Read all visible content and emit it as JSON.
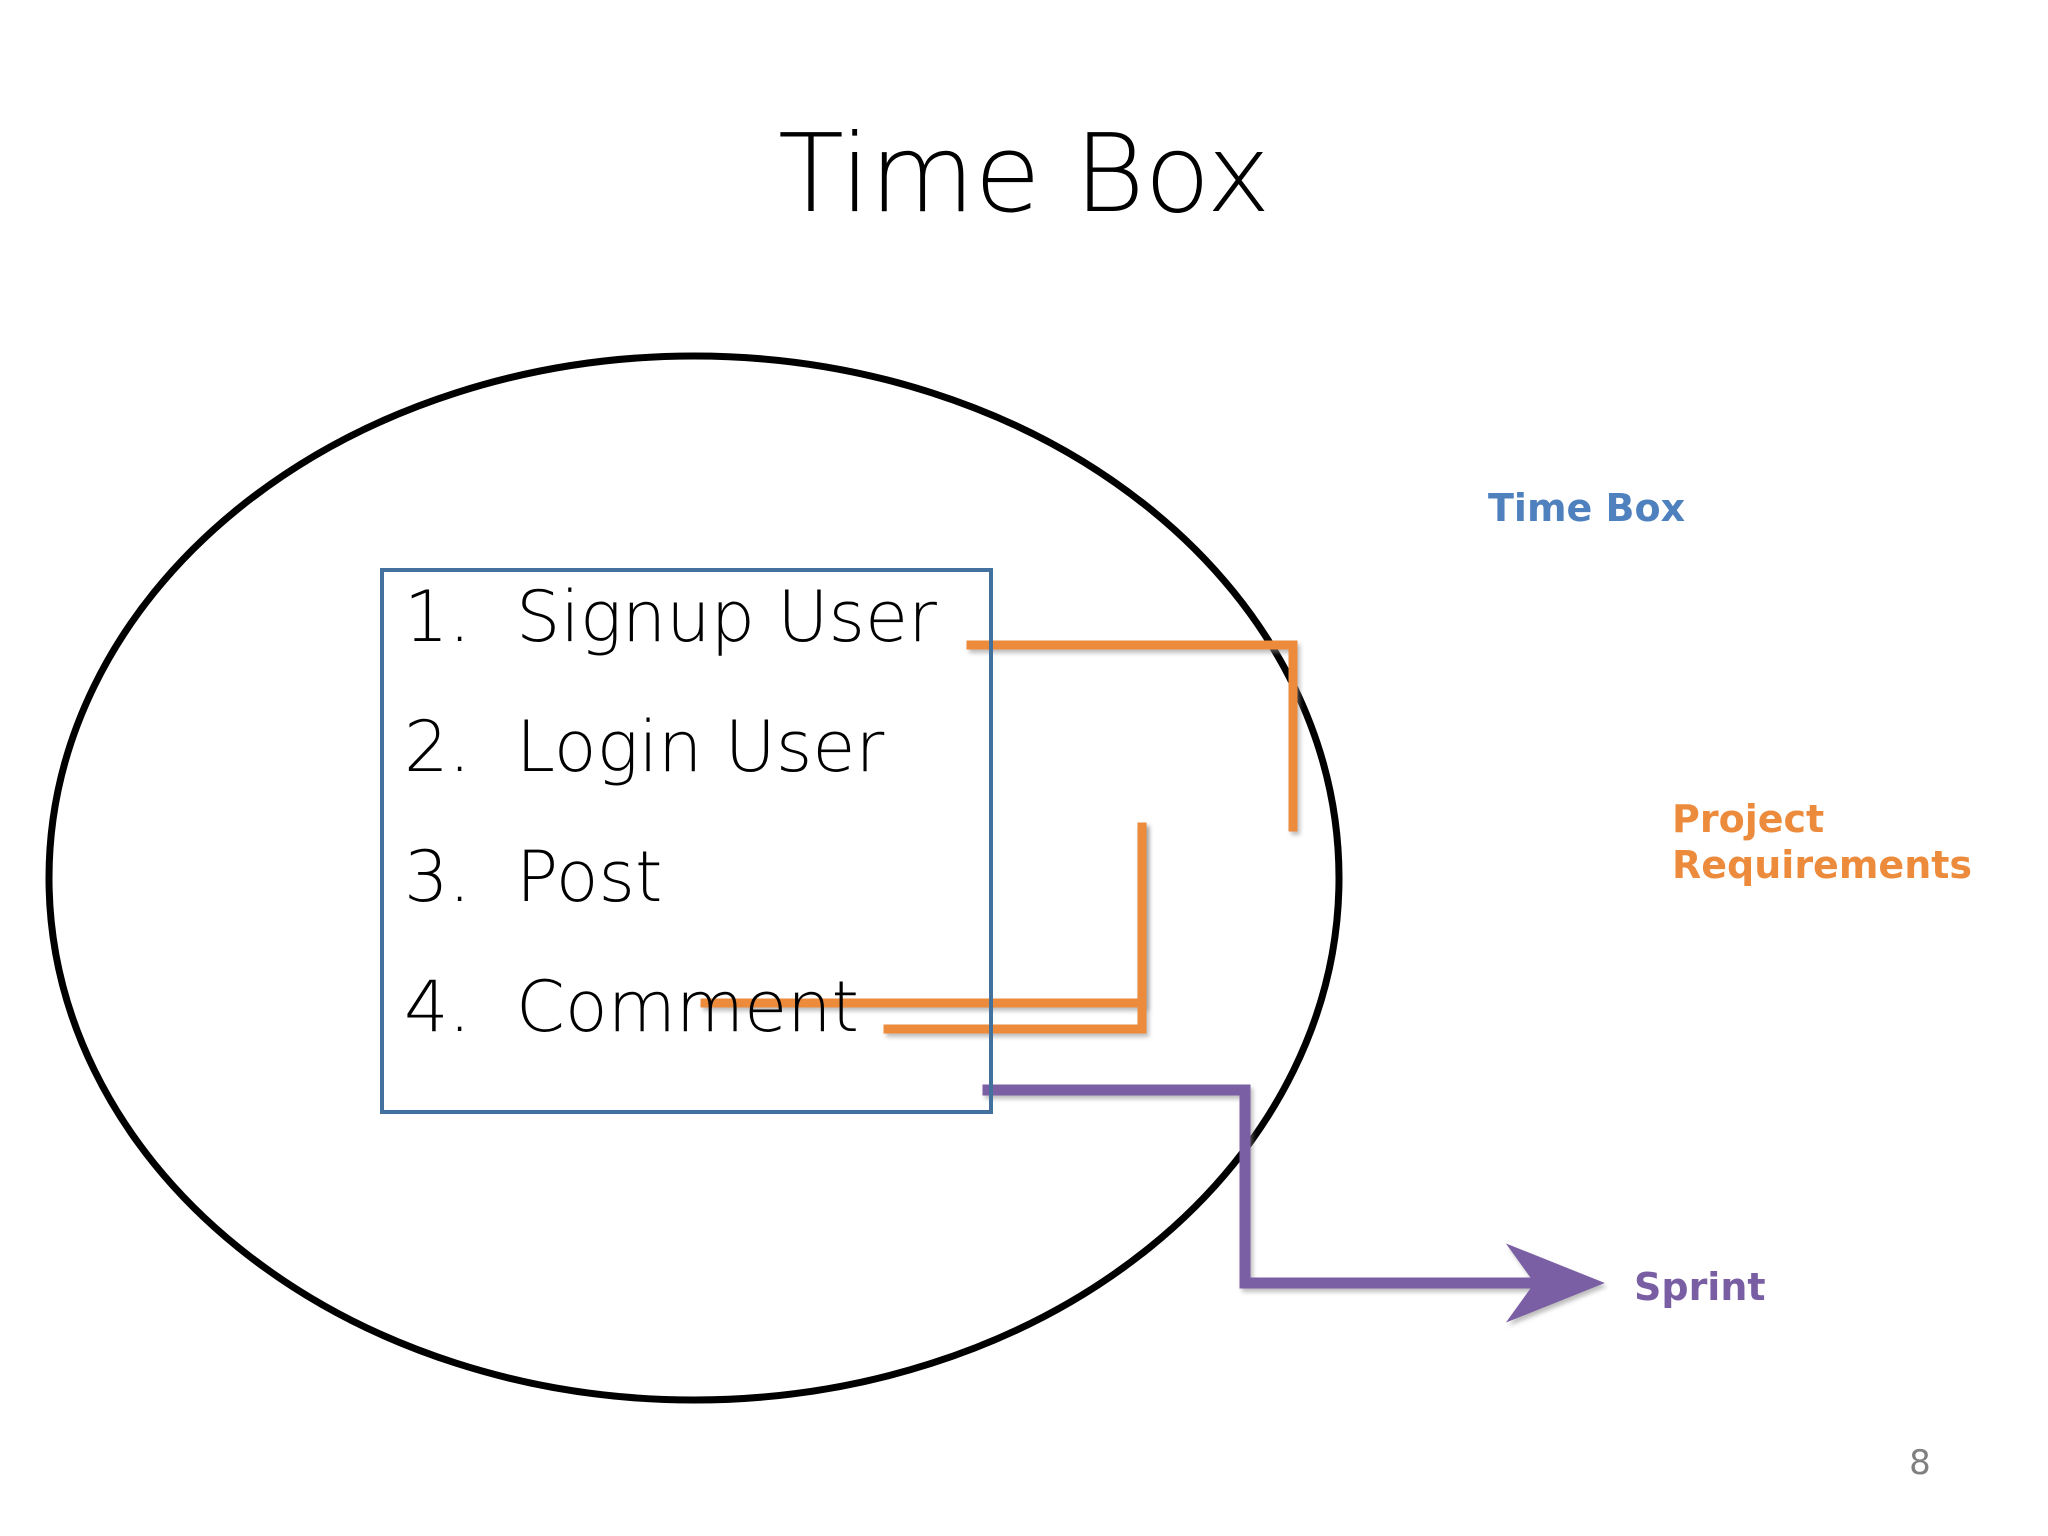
{
  "slide": {
    "title": "Time Box",
    "page_number": "8",
    "background_color": "#FFFFFF"
  },
  "backlog": {
    "border_color": "#41719C",
    "items": [
      {
        "num": "1.",
        "text": "Signup User"
      },
      {
        "num": "2.",
        "text": "Login User"
      },
      {
        "num": "3.",
        "text": "Post"
      },
      {
        "num": "4.",
        "text": "Comment"
      }
    ]
  },
  "ellipse": {
    "label": "time-box-boundary",
    "stroke_color": "#000000"
  },
  "legend": [
    {
      "key": "time_box",
      "label": "Time Box",
      "color": "#4E81BD"
    },
    {
      "key": "project_requirements",
      "label": "Project\nRequirements",
      "color": "#ED8B3D"
    },
    {
      "key": "sprint",
      "label": "Sprint",
      "color": "#7A5EA4"
    }
  ],
  "connectors": {
    "time_box": {
      "color": "#4E81BD",
      "from": "ellipse-edge",
      "to": "Time Box"
    },
    "project_requirements": {
      "color": "#ED8B3D",
      "from": "backlog-items",
      "to": "Project Requirements"
    },
    "sprint": {
      "color": "#7A5EA4",
      "from": "backlog-box",
      "to": "Sprint"
    }
  }
}
